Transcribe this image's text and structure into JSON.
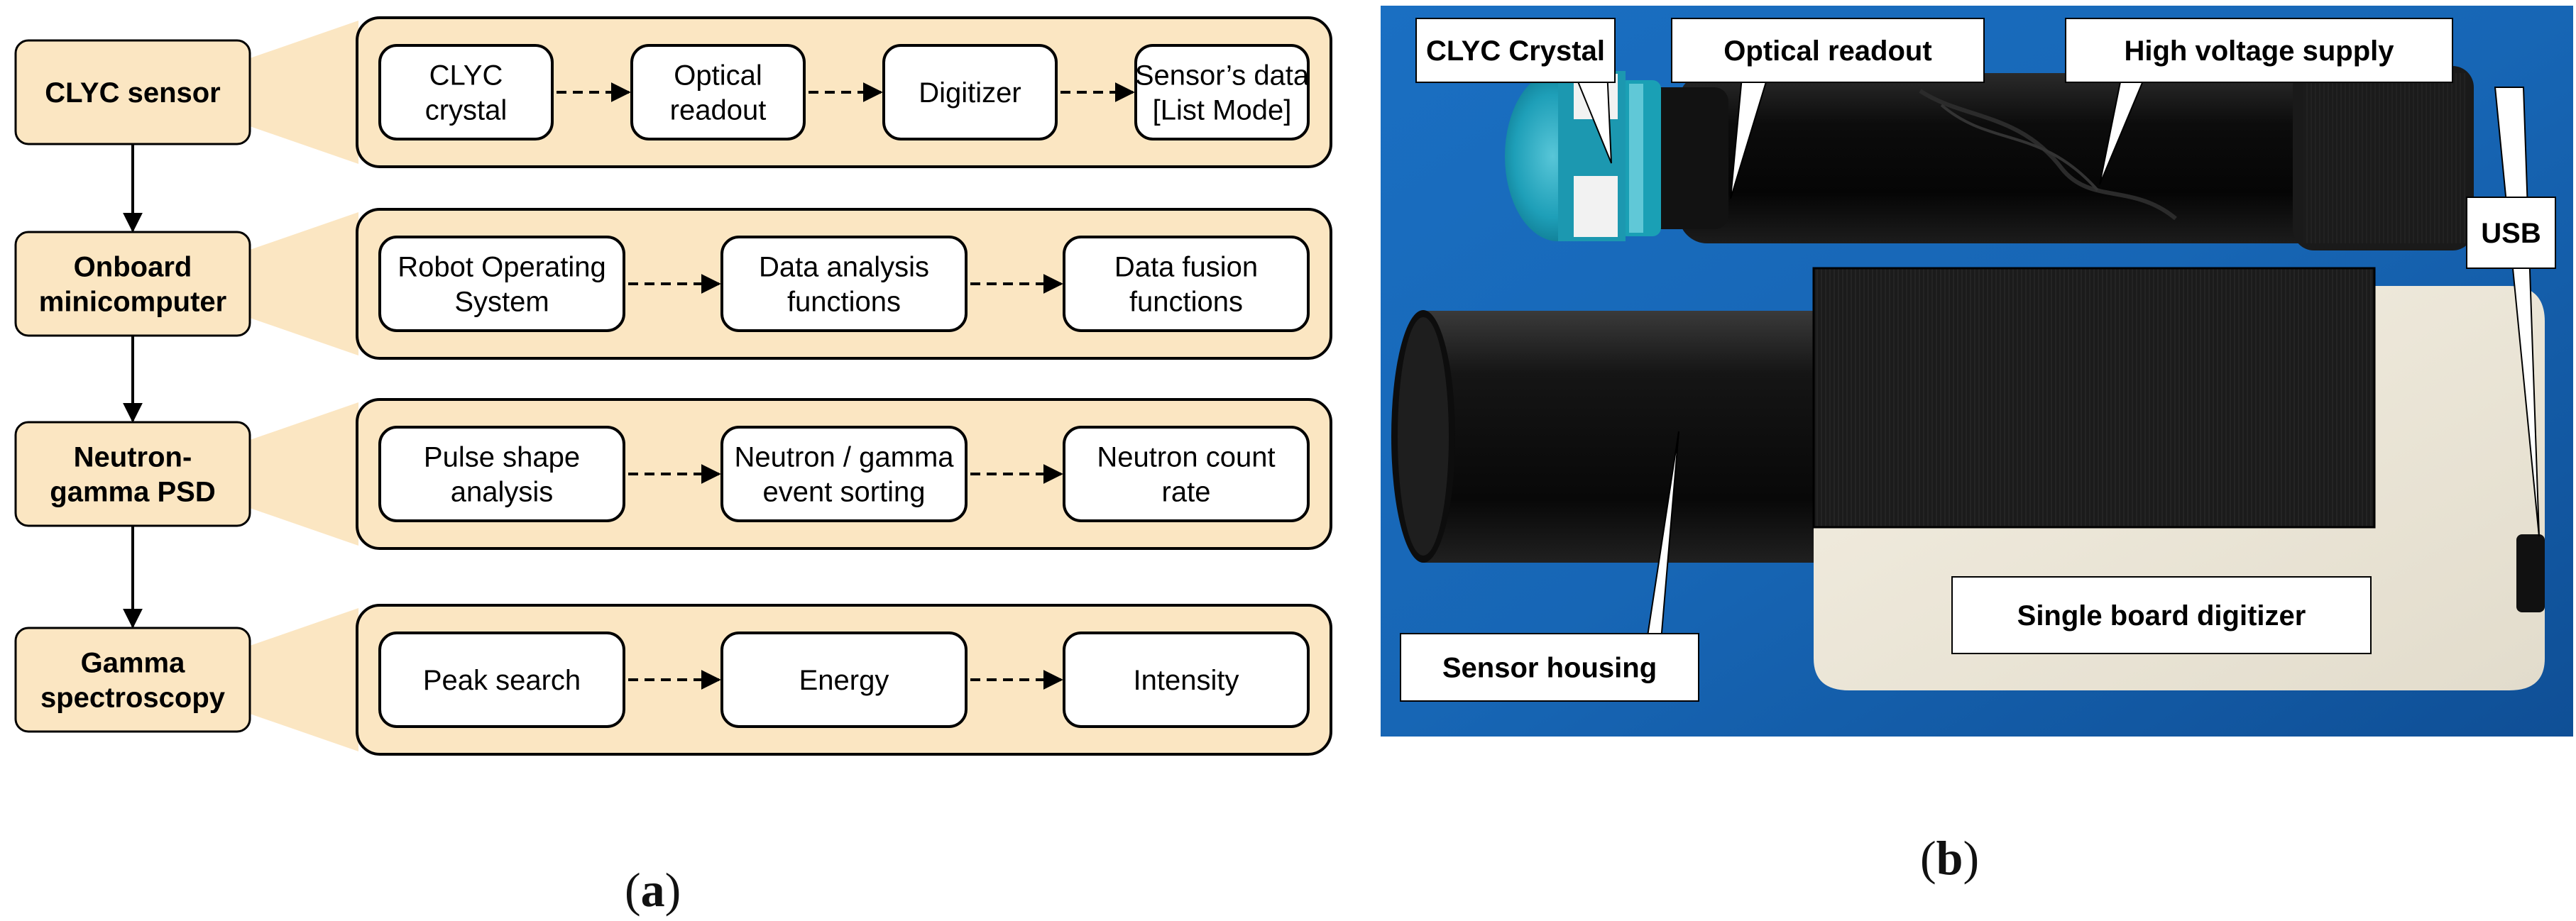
{
  "panel_a": {
    "caption_label": "a",
    "stages": [
      {
        "label": [
          "CLYC sensor"
        ],
        "steps": [
          [
            "CLYC",
            "crystal"
          ],
          [
            "Optical",
            "readout"
          ],
          [
            "Digitizer"
          ],
          [
            "Sensor’s data",
            "[List Mode]"
          ]
        ]
      },
      {
        "label": [
          "Onboard",
          "minicomputer"
        ],
        "steps": [
          [
            "Robot Operating",
            "System"
          ],
          [
            "Data analysis",
            "functions"
          ],
          [
            "Data fusion",
            "functions"
          ]
        ]
      },
      {
        "label": [
          "Neutron-",
          "gamma PSD"
        ],
        "steps": [
          [
            "Pulse shape",
            "analysis"
          ],
          [
            "Neutron / gamma",
            "event sorting"
          ],
          [
            "Neutron count",
            "rate"
          ]
        ]
      },
      {
        "label": [
          "Gamma",
          "spectroscopy"
        ],
        "steps": [
          [
            "Peak search"
          ],
          [
            "Energy"
          ],
          [
            "Intensity"
          ]
        ]
      }
    ]
  },
  "panel_b": {
    "caption_label": "b",
    "photo_labels": {
      "clyc_crystal": "CLYC Crystal",
      "optical_readout": "Optical readout",
      "high_voltage": "High voltage supply",
      "usb": "USB",
      "sensor_housing": "Sensor housing",
      "single_board": "Single board digitizer"
    }
  },
  "colors": {
    "stage_fill": "#fbe6c2",
    "box_fill": "#ffffff",
    "stroke": "#000000",
    "photo_background": "#1766b5"
  }
}
